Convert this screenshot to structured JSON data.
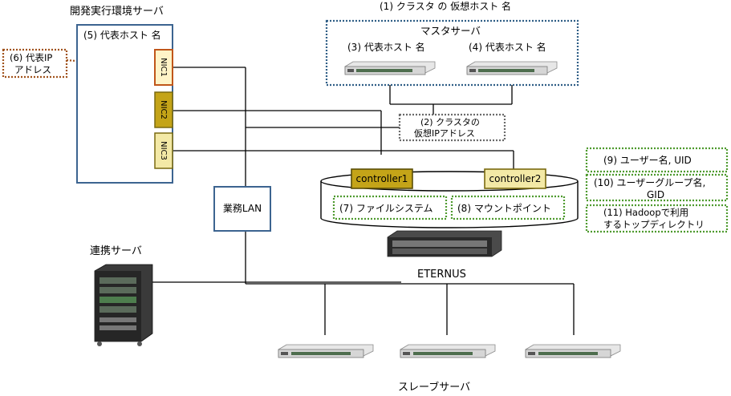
{
  "dev_server": {
    "title": "開発実行環境サーバ",
    "host_label": "(5) 代表ホスト 名",
    "nics": [
      "NIC1",
      "NIC2",
      "NIC3"
    ]
  },
  "ip_callout": {
    "line1": "(6) 代表IP",
    "line2": "アドレス"
  },
  "cluster": {
    "virtual_host_label": "(1) クラスタ の 仮想ホスト 名",
    "master_title": "マスタサーバ",
    "host3_label": "(3) 代表ホスト 名",
    "host4_label": "(4) 代表ホスト 名",
    "virtual_ip_line1": "(2) クラスタの",
    "virtual_ip_line2": "仮想IPアドレス"
  },
  "lan_label": "業務LAN",
  "storage": {
    "controller1": "controller1",
    "controller2": "controller2",
    "filesystem": "(7) ファイルシステム",
    "mountpoint": "(8) マウントポイント",
    "name": "ETERNUS"
  },
  "right_boxes": {
    "user": "(9) ユーザー名, UID",
    "group_line1": "(10) ユーザーグループ名,",
    "group_line2": "GID",
    "dir_line1": "(11) Hadoopで利用",
    "dir_line2": "するトップディレクトリ"
  },
  "link_server_title": "連携サーバ",
  "slave_title": "スレーブサーバ",
  "colors": {
    "frame_blue": "#3c6490",
    "dotted_blue": "#2f5e86",
    "dotted_green": "#4e9a2e",
    "dotted_gray": "#6b6b6b",
    "dotted_brown": "#a0521c",
    "nic_orange_fill": "#fff4c8",
    "nic_orange_border": "#c0561a",
    "controller_fill": "#c4a418",
    "controller2_fill": "#f3e9a6",
    "controller_border": "#7a6a10"
  }
}
